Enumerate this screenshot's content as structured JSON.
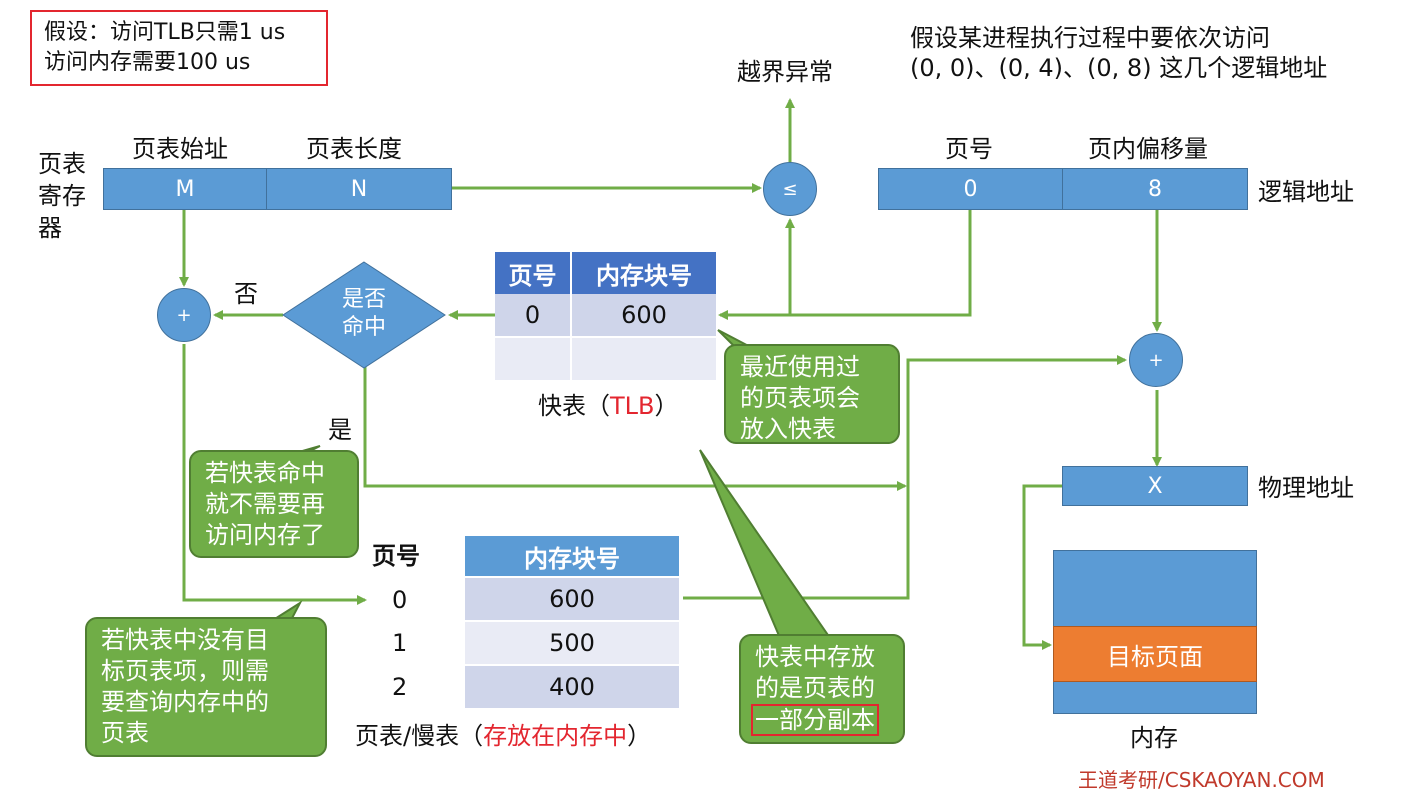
{
  "assumption": {
    "line1": "假设：访问TLB只需1 us",
    "line2": "访问内存需要100 us"
  },
  "intro": {
    "line1": "假设某进程执行过程中要依次访问",
    "line2": "(0, 0)、(0, 4)、(0, 8) 这几个逻辑地址"
  },
  "out_of_bounds": "越界异常",
  "page_table_register": {
    "label_lines": [
      "页表",
      "寄存",
      "器"
    ],
    "start_label": "页表始址",
    "length_label": "页表长度",
    "start_value": "M",
    "length_value": "N"
  },
  "compare_symbol": "≤",
  "logical_address": {
    "page_label": "页号",
    "offset_label": "页内偏移量",
    "page_value": "0",
    "offset_value": "8",
    "label": "逻辑地址"
  },
  "adder_symbol": "+",
  "hit_decision": {
    "line1": "是否",
    "line2": "命中",
    "no_label": "否",
    "yes_label": "是"
  },
  "tlb": {
    "headers": [
      "页号",
      "内存块号"
    ],
    "rows": [
      [
        "0",
        "600"
      ],
      [
        "",
        ""
      ]
    ],
    "caption_prefix": "快表（",
    "caption_highlight": "TLB",
    "caption_suffix": "）"
  },
  "callout_recent": {
    "lines": [
      "最近使用过",
      "的页表项会",
      "放入快表"
    ]
  },
  "callout_hit": {
    "lines": [
      "若快表命中",
      "就不需要再",
      "访问内存了"
    ]
  },
  "callout_miss": {
    "lines": [
      "若快表中没有目",
      "标页表项，则需",
      "要查询内存中的",
      "页表"
    ]
  },
  "callout_copy": {
    "lines": [
      "快表中存放",
      "的是页表的"
    ],
    "highlight": "一部分副本"
  },
  "physical_address": {
    "value": "X",
    "label": "物理地址"
  },
  "page_table": {
    "page_header": "页号",
    "block_header": "内存块号",
    "rows": [
      [
        "0",
        "600"
      ],
      [
        "1",
        "500"
      ],
      [
        "2",
        "400"
      ]
    ],
    "caption_prefix": "页表/慢表（",
    "caption_highlight": "存放在内存中",
    "caption_suffix": "）"
  },
  "memory": {
    "target_label": "目标页面",
    "label": "内存"
  },
  "brand": "王道考研/CSKAOYAN.COM",
  "colors": {
    "blue": "#5b9bd5",
    "green": "#70ad47",
    "orange": "#ed7d31",
    "red": "#e3262f",
    "arrow": "#70ad47"
  }
}
